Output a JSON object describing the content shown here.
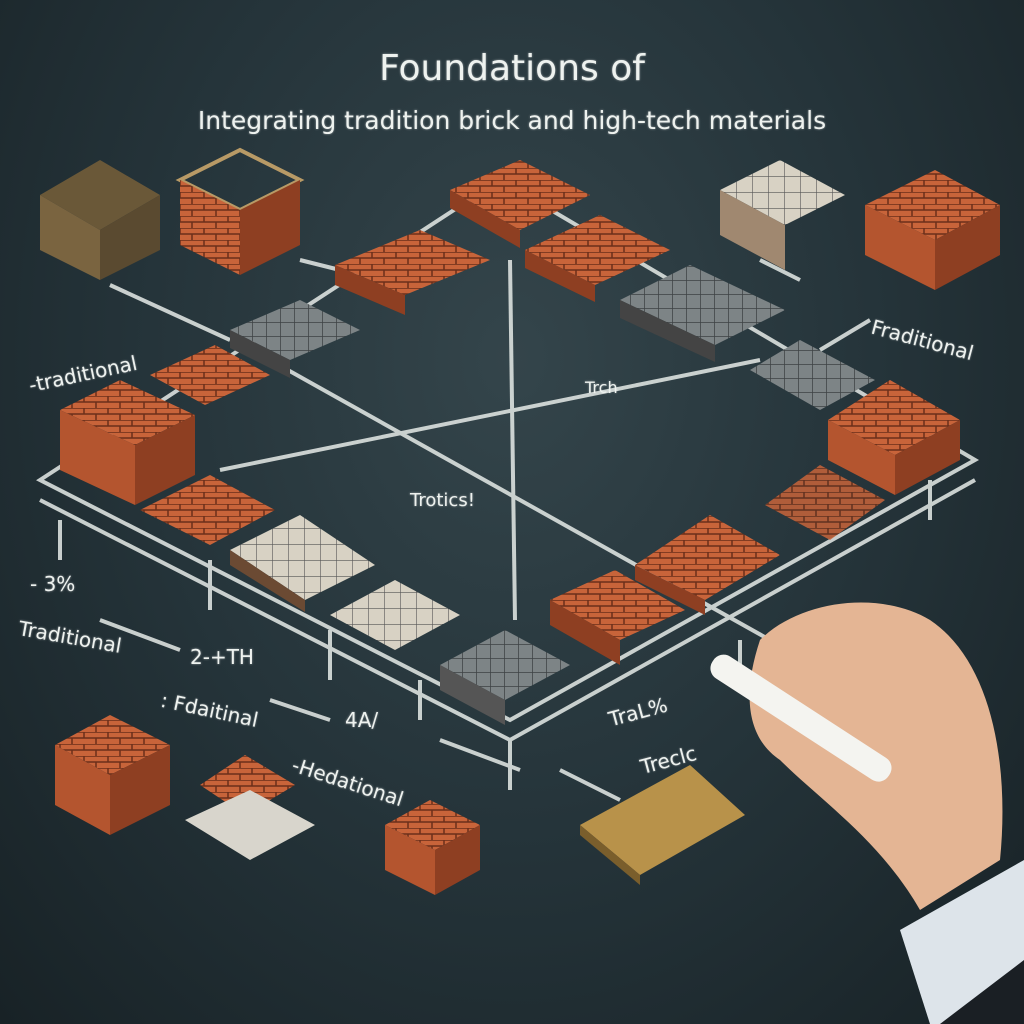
{
  "header": {
    "title": "Foundations of",
    "subtitle": "Integrating tradition brick and high-tech materials"
  },
  "labels": {
    "left_top": "-traditional",
    "right_top": "Fraditional",
    "center_upper": "Trch",
    "center_lower": "Trotics!",
    "left_percent": "- 3%",
    "left_word": "Traditional",
    "mid_code": "2-+TH",
    "mid_word": ": Fdaitinal",
    "mid_number": "4A/",
    "mid_word2": "-Hedational",
    "right_low_1": "TraL%",
    "right_low_2": "Treclc"
  },
  "colors": {
    "chalkboard": "#25343a",
    "chalk": "#eef2ef",
    "brick": "#c8643a",
    "stone": "#7d8486",
    "wood": "#b8924a"
  }
}
